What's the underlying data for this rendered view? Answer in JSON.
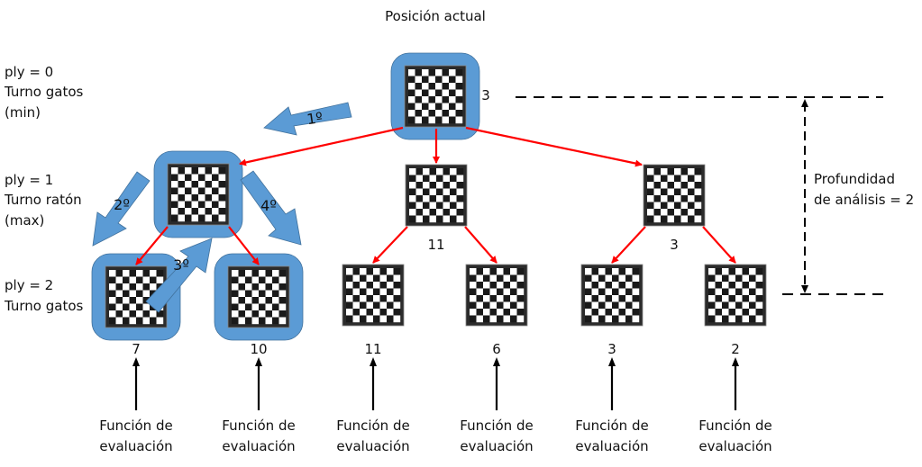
{
  "title": "Posición actual",
  "ply_labels": [
    {
      "line1": "ply = 0",
      "line2": "Turno gatos",
      "line3": "(min)"
    },
    {
      "line1": "ply = 1",
      "line2": "Turno ratón",
      "line3": "(max)"
    },
    {
      "line1": "ply = 2",
      "line2": "Turno gatos",
      "line3": ""
    }
  ],
  "depth_label": {
    "line1": "Profundidad",
    "line2": "de análisis = 2"
  },
  "tree": {
    "root": {
      "value": "3",
      "highlighted": true
    },
    "level1": [
      {
        "value": "",
        "highlighted": true
      },
      {
        "value": "11",
        "highlighted": false
      },
      {
        "value": "3",
        "highlighted": false
      }
    ],
    "level2": [
      {
        "value": "7",
        "parent": 0,
        "highlighted": true
      },
      {
        "value": "10",
        "parent": 0,
        "highlighted": true
      },
      {
        "value": "11",
        "parent": 1,
        "highlighted": false
      },
      {
        "value": "6",
        "parent": 1,
        "highlighted": false
      },
      {
        "value": "3",
        "parent": 2,
        "highlighted": false
      },
      {
        "value": "2",
        "parent": 2,
        "highlighted": false
      }
    ]
  },
  "eval_label": {
    "line1": "Función de",
    "line2": "evaluación"
  },
  "steps": [
    "1º",
    "2º",
    "3º",
    "4º"
  ],
  "colors": {
    "highlight": "#5B9BD5",
    "highlight_border": "#41719C",
    "edge": "#FF0000",
    "text": "#111111",
    "board_dark": "#1a1a1a",
    "board_light": "#ffffff",
    "board_frame": "#2b2b2b"
  }
}
